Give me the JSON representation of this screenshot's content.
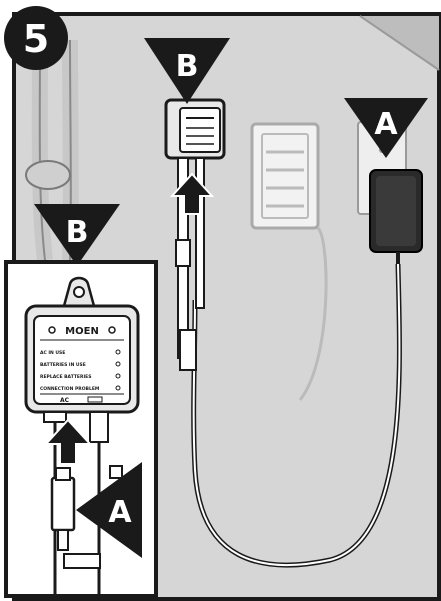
{
  "step": {
    "number": "5"
  },
  "markers": {
    "a_top": "A",
    "b_top": "B",
    "b_inset": "B",
    "a_inset": "A"
  },
  "device": {
    "brand": "MOEN",
    "indicators": [
      "AC IN USE",
      "BATTERIES IN USE",
      "REPLACE BATTERIES",
      "CONNECTION PROBLEM"
    ],
    "ac_label": "AC"
  },
  "colors": {
    "wall": "#d9d9d9",
    "line": "#1a1a1a",
    "marker": "#1a1a1a"
  }
}
